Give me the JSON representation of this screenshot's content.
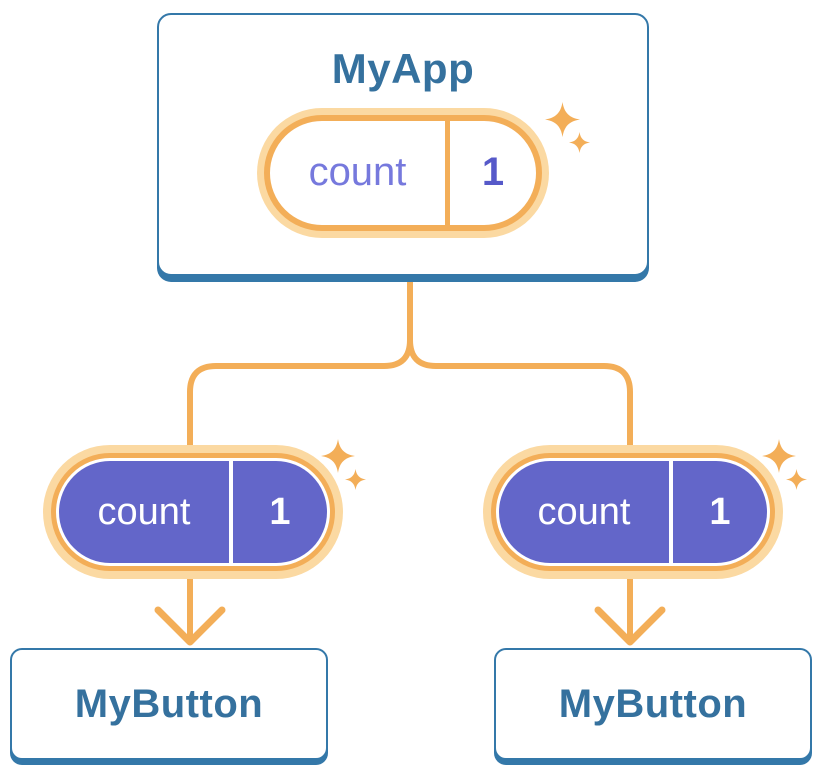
{
  "colors": {
    "orange": "#F3AE58",
    "orange_light": "#FBD9A2",
    "purple_fill": "#6366C9",
    "purple_label_text": "#7679DD",
    "purple_value_text": "#5659C9",
    "blue_border": "#3478A9",
    "blue_text": "#35719E",
    "white": "#FFFFFF"
  },
  "icons": {
    "sparkle_large": "✦",
    "sparkle_small": "✦",
    "arrow_down": "↓"
  },
  "root": {
    "title": "MyApp",
    "state": {
      "label": "count",
      "value": "1"
    }
  },
  "children": [
    {
      "title": "MyButton",
      "state": {
        "label": "count",
        "value": "1"
      }
    },
    {
      "title": "MyButton",
      "state": {
        "label": "count",
        "value": "1"
      }
    }
  ]
}
